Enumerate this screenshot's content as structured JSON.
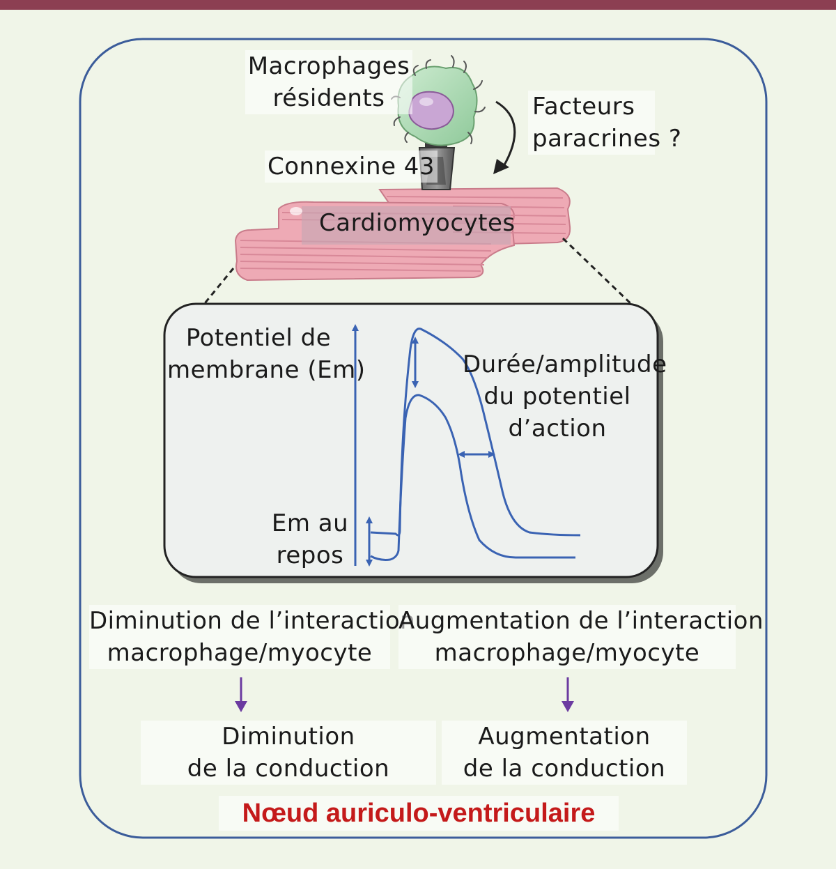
{
  "macrophage_label": [
    "Macrophages",
    "résidents"
  ],
  "paracrine_label": [
    "Facteurs",
    "paracrines ?"
  ],
  "connexin_label": "Connexine 43",
  "cardiomyocyte_label": "Cardiomyocytes",
  "y_axis_label": [
    "Potentiel de",
    "membrane (Em)"
  ],
  "resting_label": [
    "Em au",
    "repos"
  ],
  "duration_label": [
    "Durée/amplitude",
    "du potentiel",
    "d’action"
  ],
  "left_cause": [
    "Diminution de l’interaction",
    "macrophage/myocyte"
  ],
  "right_cause": [
    "Augmentation de l’interaction",
    "macrophage/myocyte"
  ],
  "left_effect": [
    "Diminution",
    "de la conduction"
  ],
  "right_effect": [
    "Augmentation",
    "de la conduction"
  ],
  "title": "Nœud auriculo-ventriculaire",
  "colors": {
    "background": "#f0f5e8",
    "top_bar": "#8c3f52",
    "frame": "#3b5c9a",
    "trace": "#3a63b3",
    "arrow_purple": "#6b3aa0",
    "title_red": "#c41a1a",
    "muscle_pink": "#eeaab5",
    "macrophage_green": "#a8d8b0",
    "nucleus_purple": "#c9a6d4"
  }
}
